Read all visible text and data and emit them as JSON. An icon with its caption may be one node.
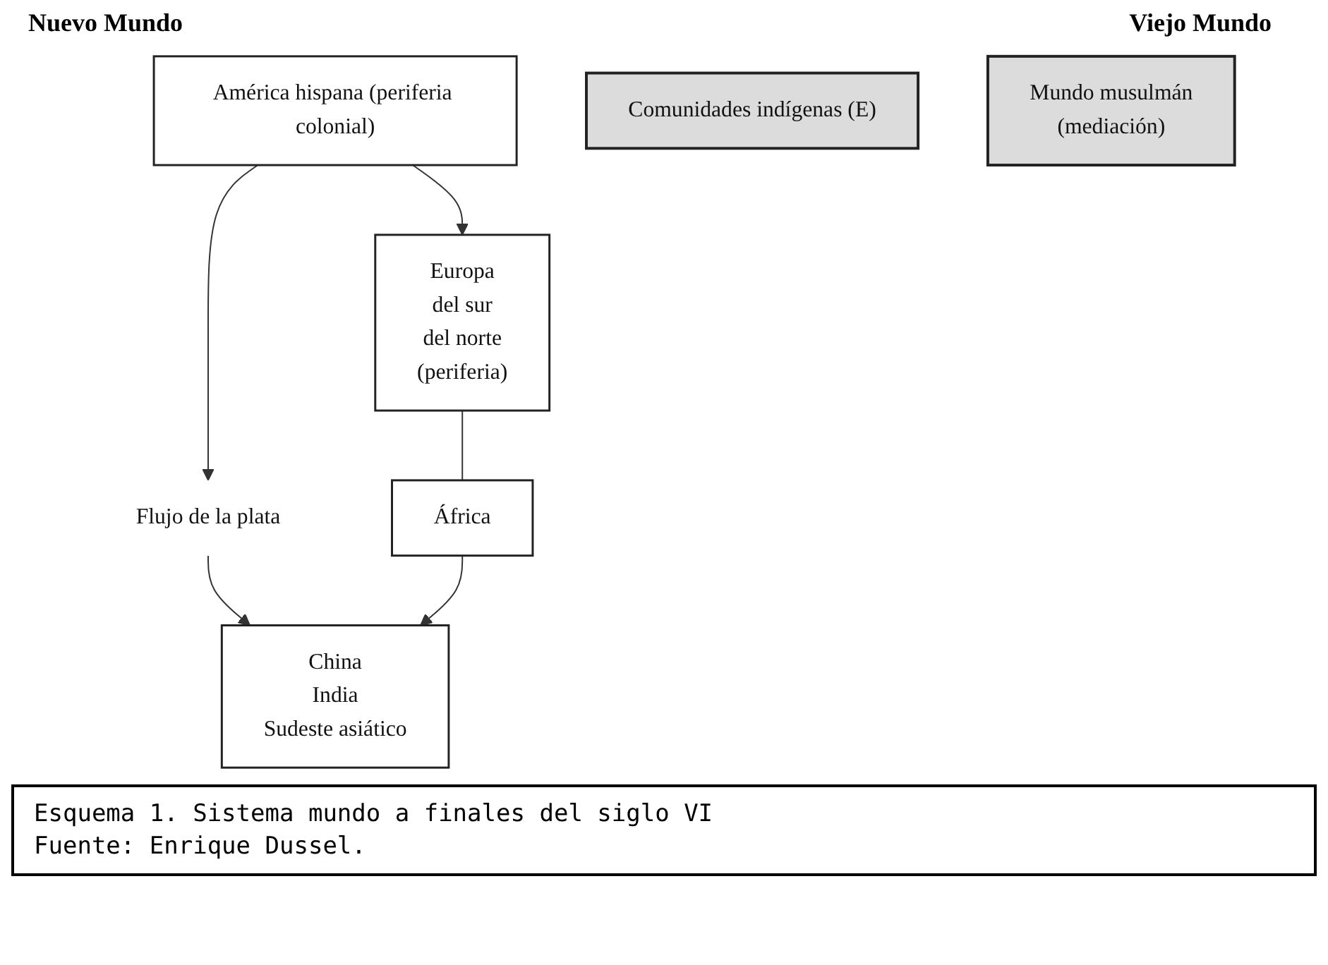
{
  "diagram": {
    "caption": "Esquema 1. Sistema mundo a finales del siglo VI",
    "nodes": [
      {
        "text": [
          "América hispana (periferia colonial)"
        ]
      },
      {
        "text": [
          "Comunidades indígenas (E)"
        ]
      },
      {
        "text": [
          "Flujo de la plata"
        ]
      },
      {
        "text": [
          "Europa",
          "del sur",
          "del norte",
          "(periferia)"
        ]
      },
      {
        "text": [
          "Mundo musulmán",
          "(mediación)"
        ]
      },
      {
        "text": [
          "China",
          "India",
          "Sudeste asiático"
        ]
      },
      {
        "text": [
          "África"
        ]
      }
    ],
    "edges": [
      {
        "from": 0,
        "to": 2,
        "arrow": "to"
      },
      {
        "from": 2,
        "to": 5,
        "arrow": "to"
      },
      {
        "from": 0,
        "to": 3,
        "arrow": "to"
      },
      {
        "from": 3,
        "to": 6,
        "arrow": "none"
      },
      {
        "from": 6,
        "to": 5,
        "arrow": "to"
      }
    ],
    "labels": [
      "Nuevo Mundo",
      "Viejo Mundo",
      "Fuente: Enrique Dussel."
    ]
  }
}
